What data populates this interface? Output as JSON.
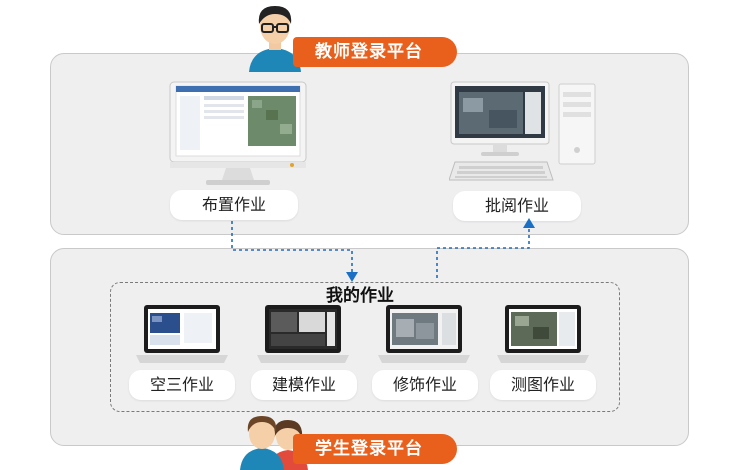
{
  "teacher_badge": "教师登录平台",
  "student_badge": "学生登录平台",
  "teacher_tasks": [
    "布置作业",
    "批阅作业"
  ],
  "my_homework_title": "我的作业",
  "student_tasks": [
    "空三作业",
    "建模作业",
    "修饰作业",
    "测图作业"
  ],
  "colors": {
    "accent": "#e8601c",
    "connector": "#1b6fc4",
    "panel": "#efeff0"
  }
}
